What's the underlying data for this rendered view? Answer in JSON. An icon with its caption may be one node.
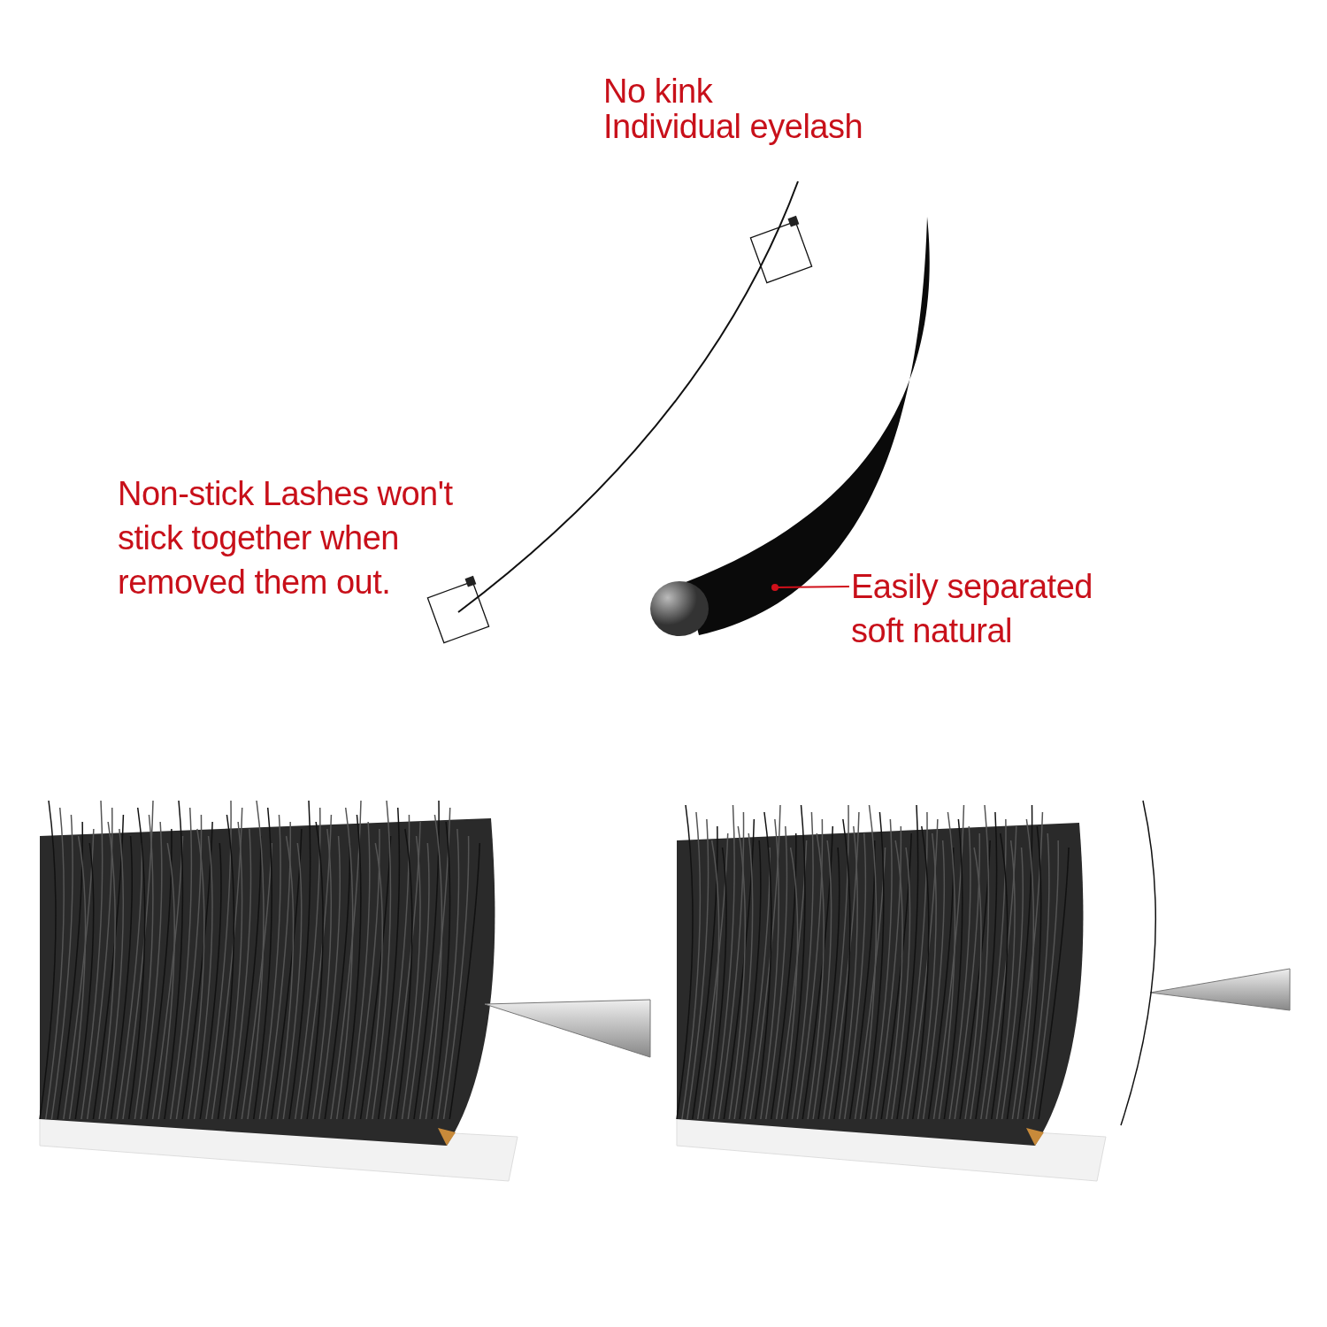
{
  "diagram": {
    "nodes": [
      {
        "text": [
          "Easily separated soft natural"
        ]
      },
      {
        "text": [],
        "shape": "picture"
      }
    ],
    "edges": [
      {
        "from": 0,
        "to": 1,
        "arrow": "other",
        "color": "#d0101a"
      }
    ],
    "labels": [
      "No kink",
      "Individual eyelash",
      "Non-stick Lashes won't stick together when removed them out."
    ]
  }
}
